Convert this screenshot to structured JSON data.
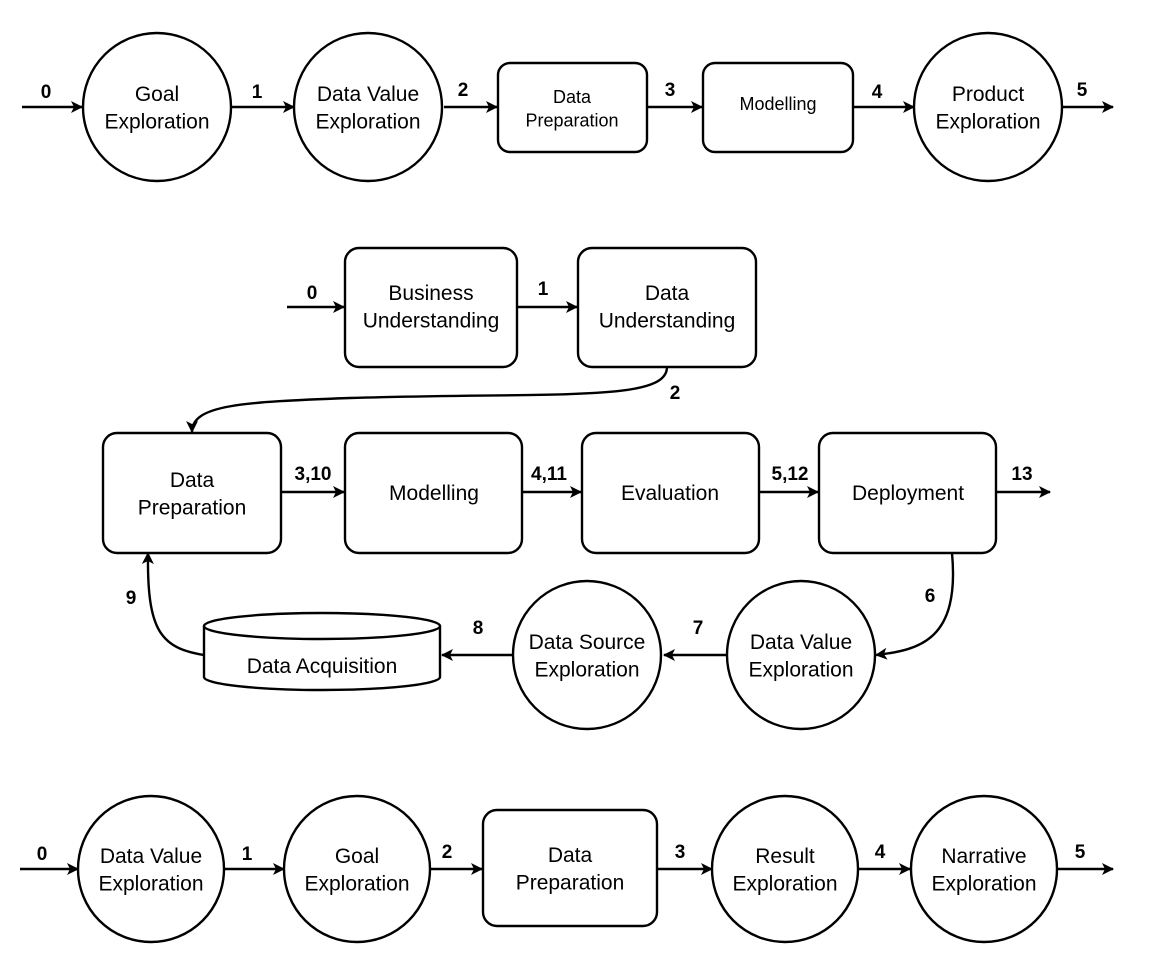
{
  "diagrams": [
    {
      "nodes": [
        {
          "label": "Goal\nExploration"
        },
        {
          "label": "Data Value\nExploration"
        },
        {
          "label": "Data\nPreparation"
        },
        {
          "label": "Modelling"
        },
        {
          "label": "Product\nExploration"
        }
      ],
      "edges": [
        {
          "label": "0"
        },
        {
          "label": "1"
        },
        {
          "label": "2"
        },
        {
          "label": "3"
        },
        {
          "label": "4"
        },
        {
          "label": "5"
        }
      ]
    },
    {
      "nodes": [
        {
          "label": "Business\nUnderstanding"
        },
        {
          "label": "Data\nUnderstanding"
        },
        {
          "label": "Data\nPreparation"
        },
        {
          "label": "Modelling"
        },
        {
          "label": "Evaluation"
        },
        {
          "label": "Deployment"
        },
        {
          "label": "Data Value\nExploration"
        },
        {
          "label": "Data Source\nExploration"
        },
        {
          "label": "Data Acquisition"
        }
      ],
      "edges": [
        {
          "label": "0"
        },
        {
          "label": "1"
        },
        {
          "label": "2"
        },
        {
          "label": "3,10"
        },
        {
          "label": "4,11"
        },
        {
          "label": "5,12"
        },
        {
          "label": "13"
        },
        {
          "label": "6"
        },
        {
          "label": "7"
        },
        {
          "label": "8"
        },
        {
          "label": "9"
        }
      ]
    },
    {
      "nodes": [
        {
          "label": "Data Value\nExploration"
        },
        {
          "label": "Goal\nExploration"
        },
        {
          "label": "Data\nPreparation"
        },
        {
          "label": "Result\nExploration"
        },
        {
          "label": "Narrative\nExploration"
        }
      ],
      "edges": [
        {
          "label": "0"
        },
        {
          "label": "1"
        },
        {
          "label": "2"
        },
        {
          "label": "3"
        },
        {
          "label": "4"
        },
        {
          "label": "5"
        }
      ]
    }
  ]
}
